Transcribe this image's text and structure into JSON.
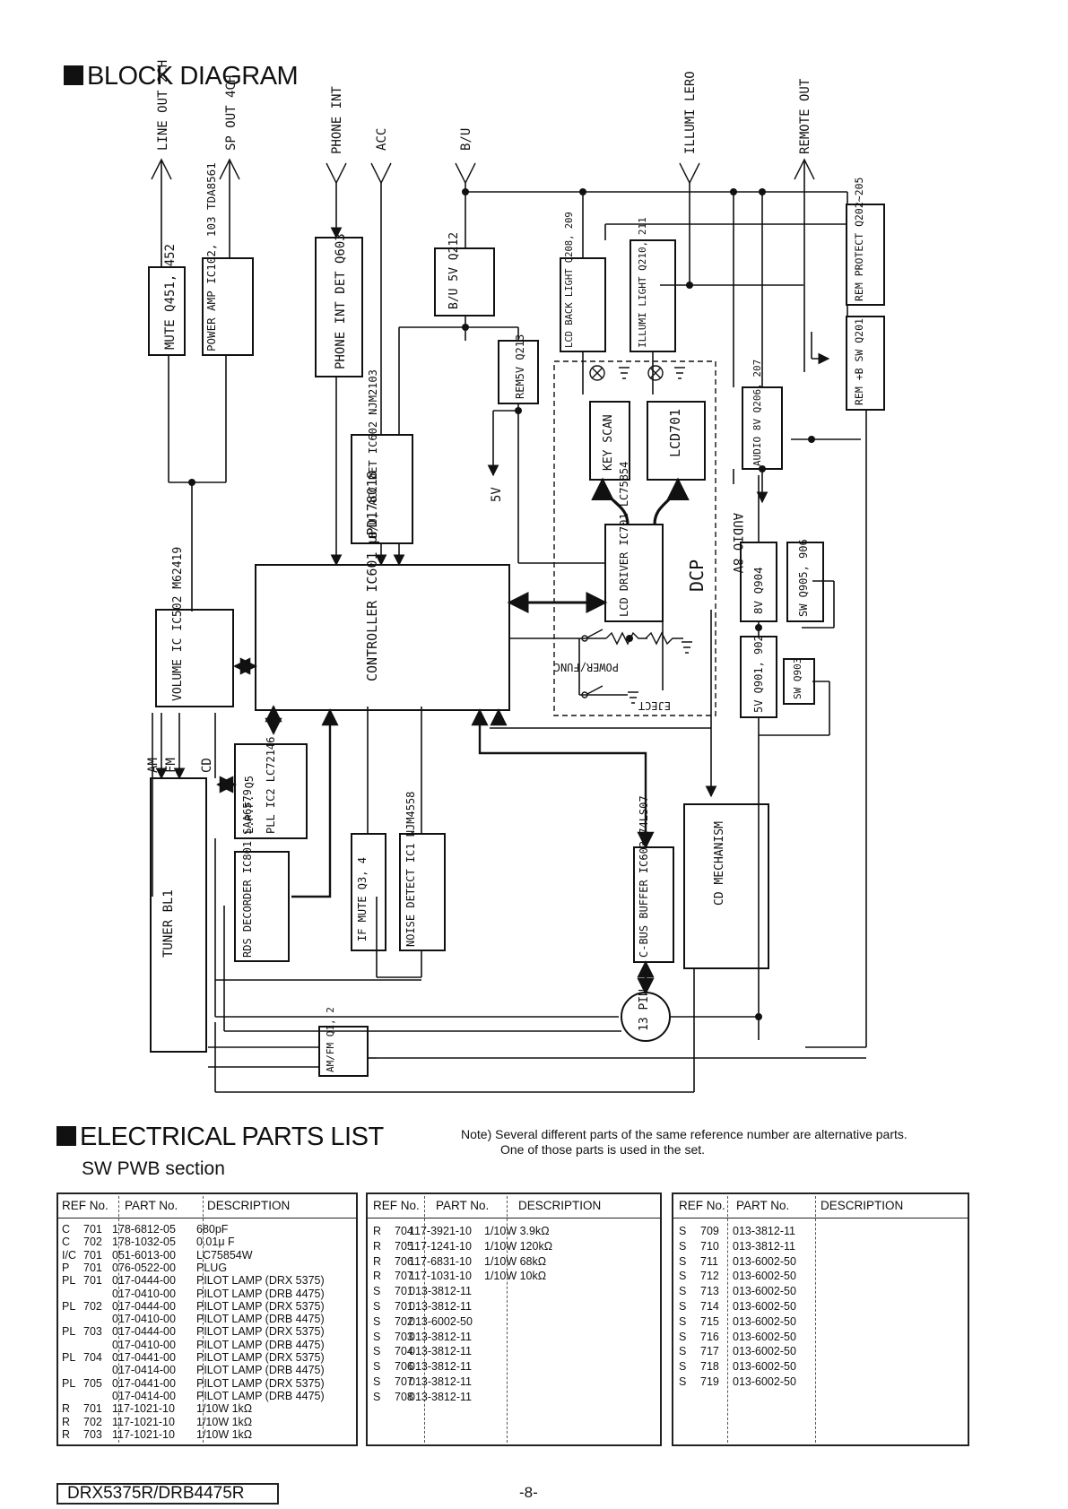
{
  "block_diagram": {
    "title": "BLOCK DIAGRAM",
    "signals": {
      "line_out": "LINE OUT 2CH",
      "sp_out": "SP OUT 4CH",
      "phone_int": "PHONE INT",
      "acc": "ACC",
      "bu": "B/U",
      "illumi": "ILLUMI LERO",
      "remote_out": "REMOTE OUT",
      "am": "AM",
      "fm": "FM",
      "cd": "CD",
      "v5": "5V",
      "audio8v": "AUDIO 8V"
    },
    "blocks": {
      "mute": "MUTE Q451, 452",
      "power_amp": "POWER AMP IC102, 103 TDA8561",
      "phone_det": "PHONE INT DET Q603",
      "bu5v": "B/U 5V Q212",
      "rem5v": "REM5V Q213",
      "lcd_back": "LCD BACK LIGHT Q208, 209",
      "illumi_light": "ILLUMI LIGHT Q210, 211",
      "rem_protect": "REM PROTECT Q202~205",
      "rem_sw": "REM +B SW Q201",
      "audio8v_blk": "AUDIO 8V Q206, 207",
      "key_scan": "KEY SCAN",
      "lcd701": "LCD701",
      "acc_det": "B/U, ACC DET IC602 NJM2103",
      "controller": "CONTROLLER IC601 μPD178018",
      "lcd_driver": "LCD DRIVER IC701 LC75854",
      "dcp": "DCP",
      "power_func": "POWER/FUNC",
      "eject": "EJECT",
      "b8v": "8V Q904",
      "sw905": "SW Q905, 906",
      "b5v": "5V Q901, 902",
      "sw903": "SW Q903",
      "volume": "VOLUME IC IC502 M62419",
      "lpf": "L.P.F. Q5",
      "pll": "PLL IC2 LC72146",
      "rds": "RDS DECORDER IC801 SAA6579",
      "if_mute": "IF MUTE Q3, 4",
      "noise": "NOISE DETECT IC1 NJM4558",
      "cbus": "C-BUS BUFFER IC603 74LS07",
      "cd_mech": "CD MECHANISM",
      "tuner": "TUNER BL1",
      "pin13": "13 PIN",
      "amfm": "AM/FM Q1, 2"
    }
  },
  "parts_list": {
    "title": "ELECTRICAL PARTS LIST",
    "note_line1": "Note) Several different parts of the same reference number are alternative parts.",
    "note_line2": "One of those parts is used in the set.",
    "section": "SW PWB section",
    "headers": {
      "ref": "REF No.",
      "part": "PART No.",
      "desc": "DESCRIPTION"
    },
    "columns": [
      [
        [
          "C",
          "701",
          "178-6812-05",
          "680pF"
        ],
        [
          "C",
          "702",
          "178-1032-05",
          "0.01μ F"
        ],
        [
          "I/C",
          "701",
          "051-6013-00",
          "LC75854W"
        ],
        [
          "P",
          "701",
          "076-0522-00",
          "PLUG"
        ],
        [
          "PL",
          "701",
          "017-0444-00",
          "PILOT LAMP (DRX 5375)"
        ],
        [
          "",
          "",
          "017-0410-00",
          "PILOT LAMP (DRB 4475)"
        ],
        [
          "PL",
          "702",
          "017-0444-00",
          "PILOT LAMP (DRX 5375)"
        ],
        [
          "",
          "",
          "017-0410-00",
          "PILOT LAMP (DRB 4475)"
        ],
        [
          "PL",
          "703",
          "017-0444-00",
          "PILOT LAMP (DRX 5375)"
        ],
        [
          "",
          "",
          "017-0410-00",
          "PILOT LAMP (DRB 4475)"
        ],
        [
          "PL",
          "704",
          "017-0441-00",
          "PILOT LAMP (DRX 5375)"
        ],
        [
          "",
          "",
          "017-0414-00",
          "PILOT LAMP (DRB 4475)"
        ],
        [
          "PL",
          "705",
          "017-0441-00",
          "PILOT LAMP (DRX 5375)"
        ],
        [
          "",
          "",
          "017-0414-00",
          "PILOT LAMP (DRB 4475)"
        ],
        [
          "R",
          "701",
          "117-1021-10",
          "1/10W 1kΩ"
        ],
        [
          "R",
          "702",
          "117-1021-10",
          "1/10W 1kΩ"
        ],
        [
          "R",
          "703",
          "117-1021-10",
          "1/10W 1kΩ"
        ]
      ],
      [
        [
          "R",
          "704",
          "117-3921-10",
          "1/10W 3.9kΩ"
        ],
        [
          "R",
          "705",
          "117-1241-10",
          "1/10W 120kΩ"
        ],
        [
          "R",
          "706",
          "117-6831-10",
          "1/10W 68kΩ"
        ],
        [
          "R",
          "707",
          "117-1031-10",
          "1/10W 10kΩ"
        ],
        [
          "S",
          "701",
          "013-3812-11",
          ""
        ],
        [
          "S",
          "701",
          "013-3812-11",
          ""
        ],
        [
          "S",
          "702",
          "013-6002-50",
          ""
        ],
        [
          "S",
          "703",
          "013-3812-11",
          ""
        ],
        [
          "S",
          "704",
          "013-3812-11",
          ""
        ],
        [
          "S",
          "706",
          "013-3812-11",
          ""
        ],
        [
          "S",
          "707",
          "013-3812-11",
          ""
        ],
        [
          "S",
          "708",
          "013-3812-11",
          ""
        ]
      ],
      [
        [
          "S",
          "709",
          "013-3812-11",
          ""
        ],
        [
          "S",
          "710",
          "013-3812-11",
          ""
        ],
        [
          "S",
          "711",
          "013-6002-50",
          ""
        ],
        [
          "S",
          "712",
          "013-6002-50",
          ""
        ],
        [
          "S",
          "713",
          "013-6002-50",
          ""
        ],
        [
          "S",
          "714",
          "013-6002-50",
          ""
        ],
        [
          "S",
          "715",
          "013-6002-50",
          ""
        ],
        [
          "S",
          "716",
          "013-6002-50",
          ""
        ],
        [
          "S",
          "717",
          "013-6002-50",
          ""
        ],
        [
          "S",
          "718",
          "013-6002-50",
          ""
        ],
        [
          "S",
          "719",
          "013-6002-50",
          ""
        ]
      ]
    ]
  },
  "footer": {
    "model": "DRX5375R/DRB4475R",
    "page": "-8-"
  }
}
